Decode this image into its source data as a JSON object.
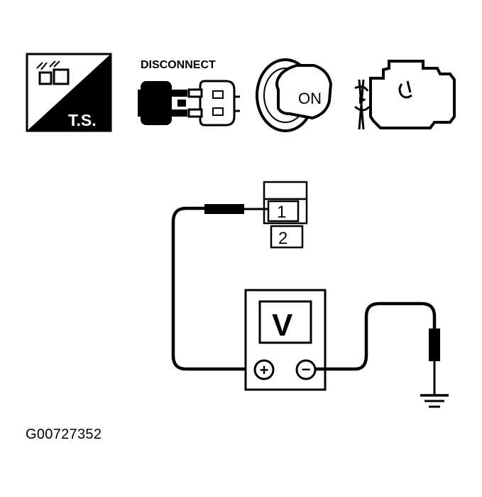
{
  "icons": {
    "ts_label": "T.S.",
    "disconnect_label": "DISCONNECT",
    "ignition_label": "ON"
  },
  "connector": {
    "pin1": "1",
    "pin2": "2"
  },
  "meter": {
    "symbol": "V",
    "positive": "+",
    "negative": "−"
  },
  "figure_id": "G00727352",
  "colors": {
    "ink": "#000000",
    "paper": "#ffffff"
  }
}
